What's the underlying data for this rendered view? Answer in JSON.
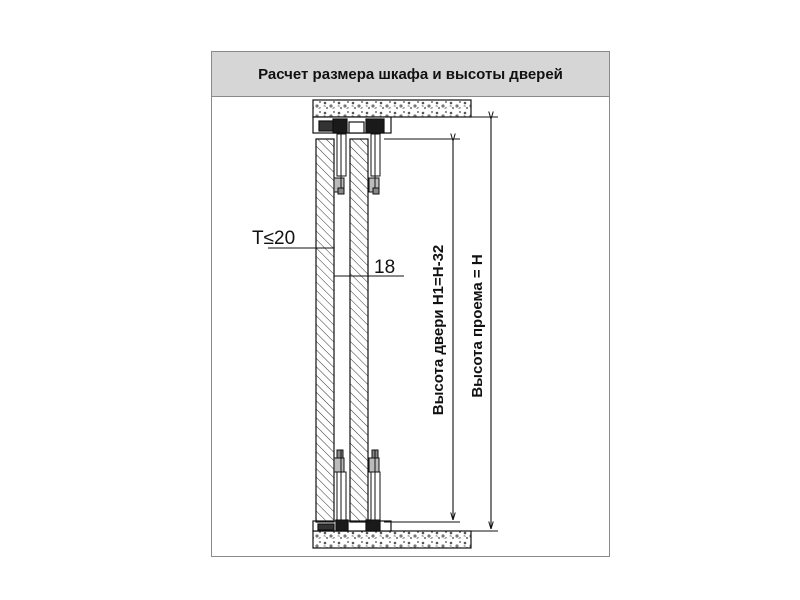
{
  "title": "Расчет размера шкафа и высоты дверей",
  "labels": {
    "gap": "T≤20",
    "door_thickness": "18",
    "door_height": "Высота двери H1=H-32",
    "opening_height": "Высота проема = H"
  },
  "colors": {
    "header_bg": "#d6d6d6",
    "line": "#111111",
    "frame_border": "#8a8a8a"
  }
}
